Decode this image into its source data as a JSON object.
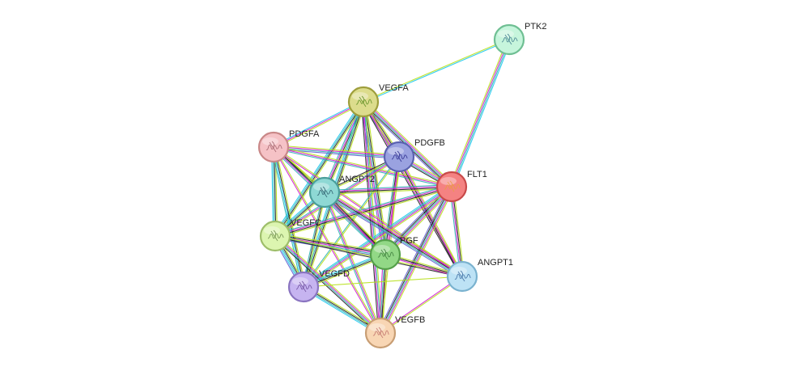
{
  "nodes": [
    {
      "id": "PTK2",
      "label": "PTK2",
      "fill": "#c6f5dc",
      "ring": "#6fbf93",
      "glyph": "#3d7a8c"
    },
    {
      "id": "VEGFA",
      "label": "VEGFA",
      "fill": "#dcdc8c",
      "ring": "#9e9e3c",
      "glyph": "#5b8c1e"
    },
    {
      "id": "PDGFA",
      "label": "PDGFA",
      "fill": "#f5c2c6",
      "ring": "#c98888",
      "glyph": "#a0606a"
    },
    {
      "id": "PDGFB",
      "label": "PDGFB",
      "fill": "#9aa2e0",
      "ring": "#5a62b0",
      "glyph": "#2a2a8c"
    },
    {
      "id": "FLT1",
      "label": "FLT1",
      "fill": "#f48282",
      "ring": "#c84a4a",
      "glyph": "#e8a040"
    },
    {
      "id": "ANGPT2",
      "label": "ANGPT2",
      "fill": "#8ed8d4",
      "ring": "#4a9e9a",
      "glyph": "#2a5a6a"
    },
    {
      "id": "VEGFC",
      "label": "VEGFC",
      "fill": "#dcf5b0",
      "ring": "#9ebe6a",
      "glyph": "#6a8a4a"
    },
    {
      "id": "PGF",
      "label": "PGF",
      "fill": "#92d886",
      "ring": "#54a04a",
      "glyph": "#3a7a3a"
    },
    {
      "id": "ANGPT1",
      "label": "ANGPT1",
      "fill": "#bde2f5",
      "ring": "#7ab2cf",
      "glyph": "#3a6aa0"
    },
    {
      "id": "VEGFD",
      "label": "VEGFD",
      "fill": "#c6b4f0",
      "ring": "#8a74c0",
      "glyph": "#6a4a9a"
    },
    {
      "id": "VEGFB",
      "label": "VEGFB",
      "fill": "#f8d6b4",
      "ring": "#c89e74",
      "glyph": "#c0706a"
    }
  ],
  "edge_colors": {
    "neighborhood": "#1ec8ee",
    "textmining": "#b8e01c",
    "experiments": "#d21ed2",
    "database": "#32b4b4",
    "coexpression": "#222222",
    "homology": "#6464d2"
  },
  "edges": [
    {
      "a": "PTK2",
      "b": "VEGFA",
      "types": [
        "neighborhood",
        "textmining"
      ]
    },
    {
      "a": "PTK2",
      "b": "FLT1",
      "types": [
        "neighborhood",
        "database",
        "experiments",
        "textmining"
      ]
    },
    {
      "a": "VEGFA",
      "b": "PDGFA",
      "types": [
        "textmining",
        "experiments",
        "neighborhood"
      ]
    },
    {
      "a": "VEGFA",
      "b": "PDGFB",
      "types": [
        "textmining",
        "coexpression",
        "experiments",
        "database"
      ]
    },
    {
      "a": "VEGFA",
      "b": "FLT1",
      "types": [
        "textmining",
        "experiments",
        "database",
        "coexpression",
        "homology"
      ]
    },
    {
      "a": "VEGFA",
      "b": "ANGPT2",
      "types": [
        "textmining",
        "coexpression",
        "experiments",
        "database"
      ]
    },
    {
      "a": "VEGFA",
      "b": "VEGFC",
      "types": [
        "textmining",
        "coexpression",
        "database",
        "neighborhood"
      ]
    },
    {
      "a": "VEGFA",
      "b": "PGF",
      "types": [
        "textmining",
        "coexpression",
        "database",
        "experiments",
        "homology"
      ]
    },
    {
      "a": "VEGFA",
      "b": "ANGPT1",
      "types": [
        "textmining",
        "experiments",
        "coexpression"
      ]
    },
    {
      "a": "VEGFA",
      "b": "VEGFD",
      "types": [
        "textmining",
        "coexpression",
        "database",
        "neighborhood"
      ]
    },
    {
      "a": "VEGFA",
      "b": "VEGFB",
      "types": [
        "textmining",
        "database",
        "experiments",
        "coexpression"
      ]
    },
    {
      "a": "PDGFA",
      "b": "PDGFB",
      "types": [
        "textmining",
        "experiments",
        "database",
        "homology"
      ]
    },
    {
      "a": "PDGFA",
      "b": "FLT1",
      "types": [
        "textmining",
        "experiments",
        "database"
      ]
    },
    {
      "a": "PDGFA",
      "b": "ANGPT2",
      "types": [
        "textmining",
        "coexpression",
        "database"
      ]
    },
    {
      "a": "PDGFA",
      "b": "VEGFC",
      "types": [
        "textmining",
        "coexpression",
        "database",
        "neighborhood"
      ]
    },
    {
      "a": "PDGFA",
      "b": "PGF",
      "types": [
        "textmining",
        "coexpression",
        "experiments",
        "database"
      ]
    },
    {
      "a": "PDGFA",
      "b": "ANGPT1",
      "types": [
        "textmining",
        "experiments"
      ]
    },
    {
      "a": "PDGFA",
      "b": "VEGFD",
      "types": [
        "textmining",
        "coexpression",
        "neighborhood",
        "database"
      ]
    },
    {
      "a": "PDGFA",
      "b": "VEGFB",
      "types": [
        "textmining",
        "experiments"
      ]
    },
    {
      "a": "PDGFB",
      "b": "FLT1",
      "types": [
        "textmining",
        "experiments",
        "database",
        "coexpression"
      ]
    },
    {
      "a": "PDGFB",
      "b": "ANGPT2",
      "types": [
        "textmining",
        "coexpression"
      ]
    },
    {
      "a": "PDGFB",
      "b": "VEGFC",
      "types": [
        "textmining",
        "experiments",
        "database"
      ]
    },
    {
      "a": "PDGFB",
      "b": "PGF",
      "types": [
        "textmining",
        "experiments",
        "coexpression",
        "database"
      ]
    },
    {
      "a": "PDGFB",
      "b": "ANGPT1",
      "types": [
        "textmining",
        "experiments",
        "coexpression"
      ]
    },
    {
      "a": "PDGFB",
      "b": "VEGFD",
      "types": [
        "textmining",
        "database"
      ]
    },
    {
      "a": "PDGFB",
      "b": "VEGFB",
      "types": [
        "textmining",
        "experiments"
      ]
    },
    {
      "a": "FLT1",
      "b": "ANGPT2",
      "types": [
        "textmining",
        "coexpression",
        "experiments",
        "database"
      ]
    },
    {
      "a": "FLT1",
      "b": "VEGFC",
      "types": [
        "textmining",
        "coexpression",
        "experiments",
        "database"
      ]
    },
    {
      "a": "FLT1",
      "b": "PGF",
      "types": [
        "textmining",
        "experiments",
        "database",
        "coexpression",
        "homology"
      ]
    },
    {
      "a": "FLT1",
      "b": "ANGPT1",
      "types": [
        "textmining",
        "coexpression",
        "experiments",
        "database"
      ]
    },
    {
      "a": "FLT1",
      "b": "VEGFD",
      "types": [
        "textmining",
        "experiments",
        "database",
        "neighborhood"
      ]
    },
    {
      "a": "FLT1",
      "b": "VEGFB",
      "types": [
        "textmining",
        "experiments",
        "database",
        "coexpression",
        "homology"
      ]
    },
    {
      "a": "ANGPT2",
      "b": "VEGFC",
      "types": [
        "textmining",
        "coexpression",
        "database",
        "neighborhood"
      ]
    },
    {
      "a": "ANGPT2",
      "b": "PGF",
      "types": [
        "textmining",
        "coexpression",
        "experiments",
        "database"
      ]
    },
    {
      "a": "ANGPT2",
      "b": "ANGPT1",
      "types": [
        "textmining",
        "experiments",
        "coexpression",
        "database",
        "homology"
      ]
    },
    {
      "a": "ANGPT2",
      "b": "VEGFD",
      "types": [
        "textmining",
        "coexpression",
        "database"
      ]
    },
    {
      "a": "ANGPT2",
      "b": "VEGFB",
      "types": [
        "textmining",
        "experiments",
        "database"
      ]
    },
    {
      "a": "VEGFC",
      "b": "PGF",
      "types": [
        "textmining",
        "coexpression",
        "experiments",
        "database",
        "homology"
      ]
    },
    {
      "a": "VEGFC",
      "b": "ANGPT1",
      "types": [
        "textmining",
        "coexpression"
      ]
    },
    {
      "a": "VEGFC",
      "b": "VEGFD",
      "types": [
        "textmining",
        "coexpression",
        "database",
        "neighborhood",
        "homology"
      ]
    },
    {
      "a": "VEGFC",
      "b": "VEGFB",
      "types": [
        "textmining",
        "experiments",
        "database",
        "coexpression"
      ]
    },
    {
      "a": "PGF",
      "b": "ANGPT1",
      "types": [
        "textmining",
        "coexpression",
        "experiments"
      ]
    },
    {
      "a": "PGF",
      "b": "VEGFD",
      "types": [
        "textmining",
        "coexpression",
        "database",
        "neighborhood"
      ]
    },
    {
      "a": "PGF",
      "b": "VEGFB",
      "types": [
        "textmining",
        "coexpression",
        "database",
        "experiments"
      ]
    },
    {
      "a": "ANGPT1",
      "b": "VEGFD",
      "types": [
        "textmining"
      ]
    },
    {
      "a": "ANGPT1",
      "b": "VEGFB",
      "types": [
        "textmining",
        "experiments"
      ]
    },
    {
      "a": "VEGFD",
      "b": "VEGFB",
      "types": [
        "textmining",
        "coexpression",
        "database",
        "neighborhood"
      ]
    }
  ]
}
